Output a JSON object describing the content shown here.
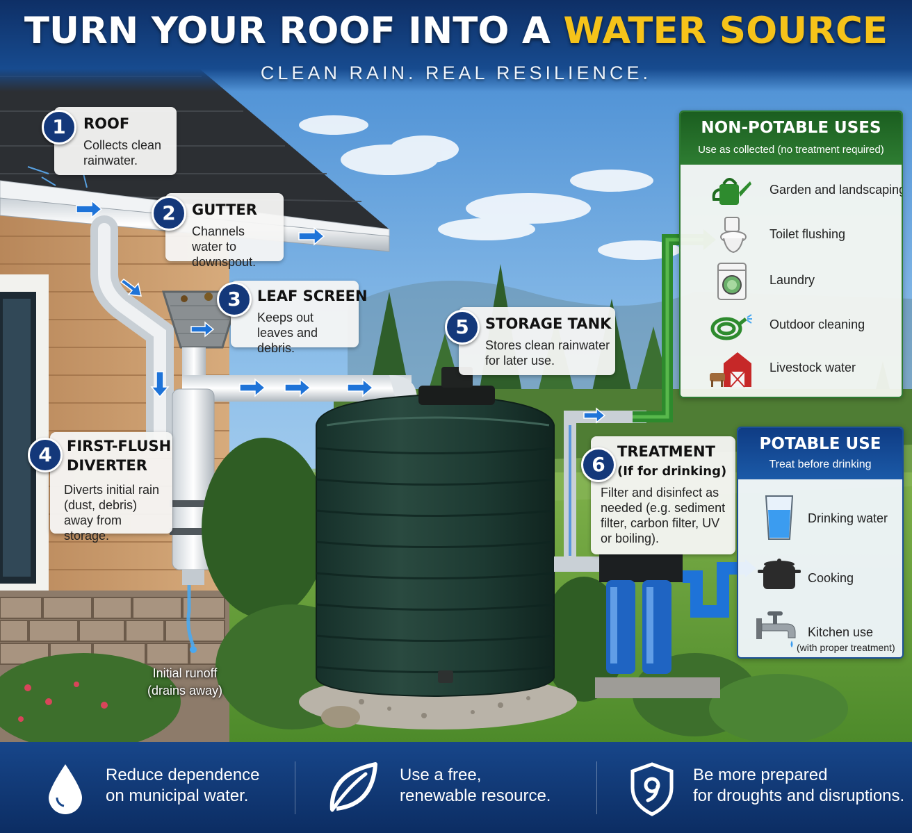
{
  "header": {
    "title_part1": "TURN YOUR ROOF INTO A",
    "title_highlight": "WATER SOURCE",
    "subtitle": "CLEAN RAIN. REAL RESILIENCE."
  },
  "steps": [
    {
      "number": "1",
      "title": "ROOF",
      "desc": "Collects clean rainwater."
    },
    {
      "number": "2",
      "title": "GUTTER",
      "desc": "Channels water to downspout."
    },
    {
      "number": "3",
      "title": "LEAF SCREEN",
      "desc": "Keeps out leaves and debris."
    },
    {
      "number": "4",
      "title_line1": "FIRST-FLUSH",
      "title_line2": "DIVERTER",
      "desc": "Diverts initial rain (dust, debris) away from storage."
    },
    {
      "number": "5",
      "title": "STORAGE TANK",
      "desc": "Stores clean rainwater for later use."
    },
    {
      "number": "6",
      "title_line1": "TREATMENT",
      "title_line2": "(If for drinking)",
      "desc": "Filter and disinfect as needed (e.g. sediment filter, carbon filter, UV or boiling)."
    }
  ],
  "runoff_label": {
    "line1": "Initial runoff",
    "line2": "(drains away)"
  },
  "non_potable": {
    "title": "NON-POTABLE USES",
    "subtitle": "Use as collected (no treatment required)",
    "items": [
      {
        "label": "Garden and landscaping",
        "icon": "watering-can-icon"
      },
      {
        "label": "Toilet flushing",
        "icon": "toilet-icon"
      },
      {
        "label": "Laundry",
        "icon": "washing-machine-icon"
      },
      {
        "label": "Outdoor cleaning",
        "icon": "garden-hose-icon"
      },
      {
        "label": "Livestock water",
        "icon": "barn-icon"
      }
    ]
  },
  "potable": {
    "title": "POTABLE USE",
    "subtitle": "Treat before drinking",
    "items": [
      {
        "label": "Drinking water",
        "icon": "water-glass-icon"
      },
      {
        "label": "Cooking",
        "icon": "cooking-pot-icon"
      },
      {
        "label": "Kitchen use",
        "note": "(with proper treatment)",
        "icon": "faucet-icon"
      }
    ]
  },
  "footer": [
    {
      "icon": "water-drop-icon",
      "line1": "Reduce dependence",
      "line2": "on municipal water."
    },
    {
      "icon": "leaf-icon",
      "line1": "Use a free,",
      "line2": "renewable resource."
    },
    {
      "icon": "shield-icon",
      "line1": "Be more prepared",
      "line2": "for droughts and disruptions."
    }
  ],
  "colors": {
    "brand_navy": "#14387a",
    "highlight_yellow": "#f6c31a",
    "non_potable_green": "#2e7d32",
    "potable_blue": "#1b5aa8",
    "tank_green": "#1f3b32",
    "flow_arrow_blue": "#1e73d8"
  }
}
